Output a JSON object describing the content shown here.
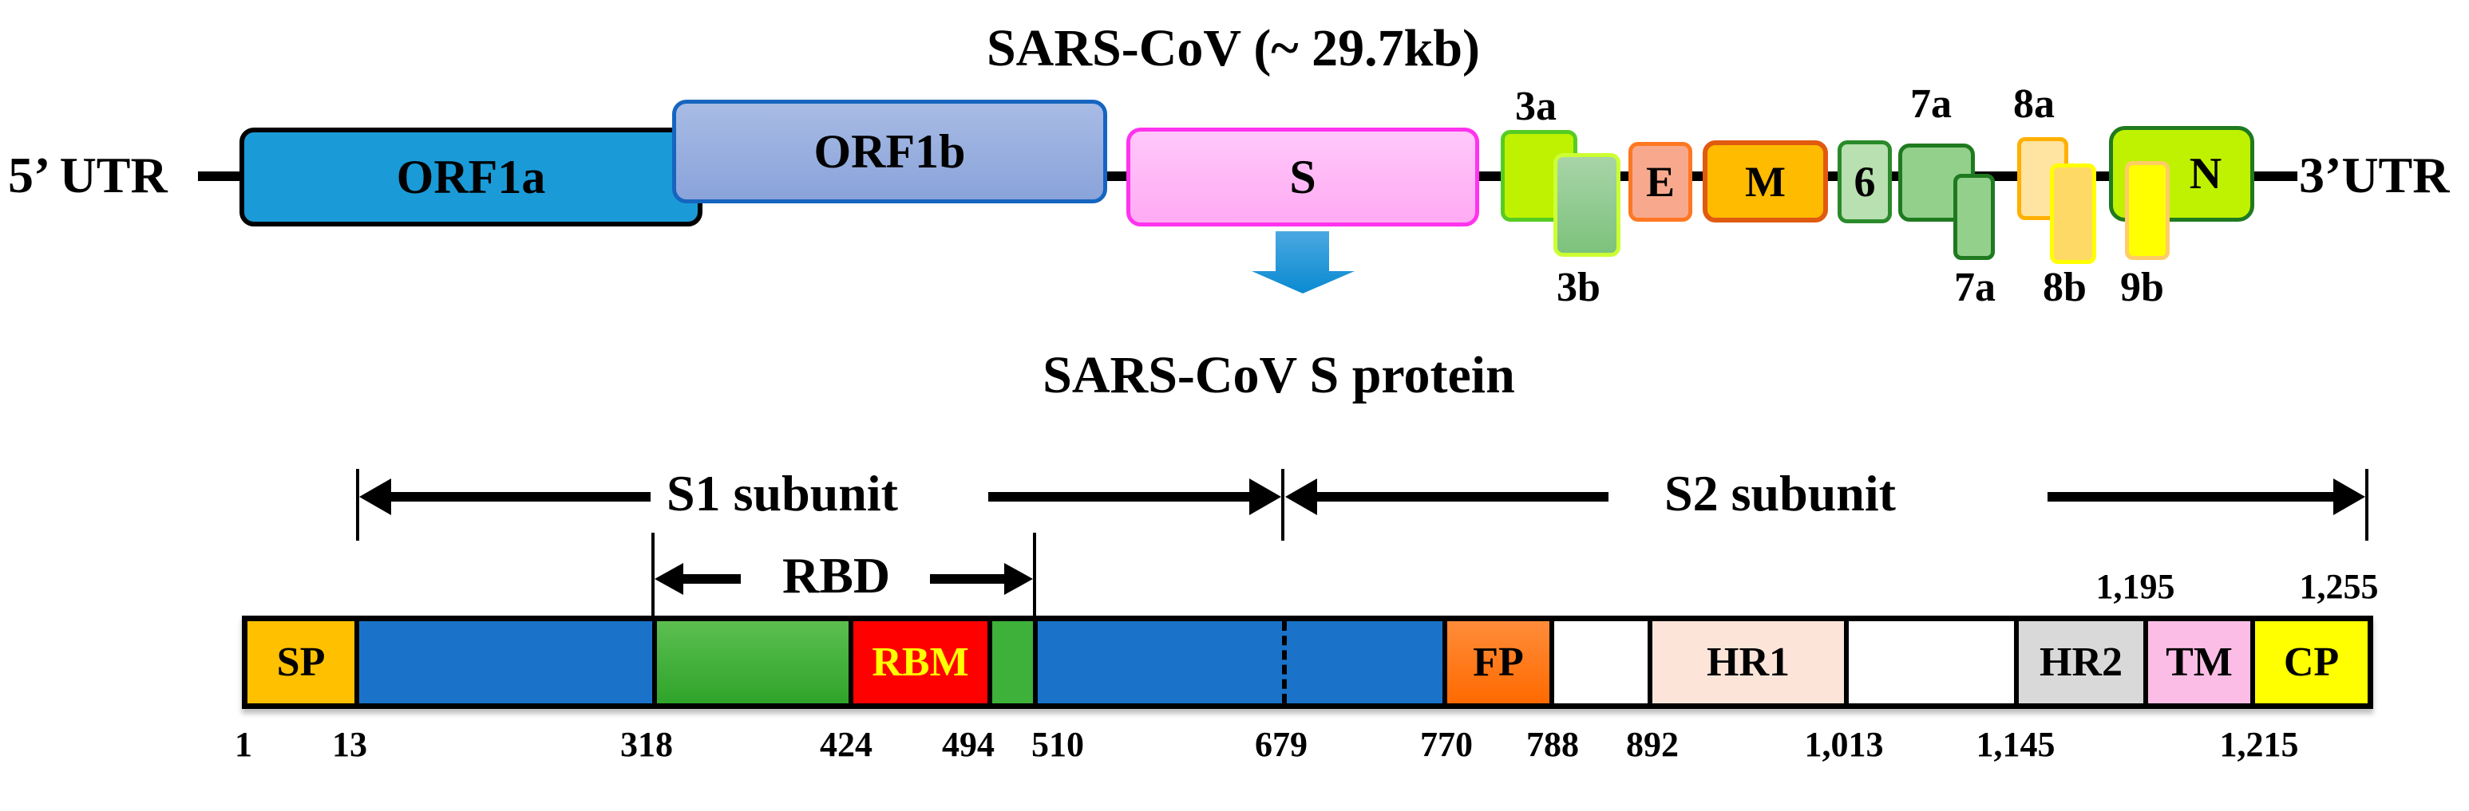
{
  "genome": {
    "title": "SARS-CoV (~ 29.7kb)",
    "utr5": "5’ UTR",
    "utr3": "3’UTR",
    "orfs": [
      {
        "id": "orf1a",
        "label": "ORF1a",
        "fill": "#1a9bd7",
        "border": "#000000"
      },
      {
        "id": "orf1b",
        "label": "ORF1b",
        "fill": "#93abdc",
        "border": "#1565c0"
      },
      {
        "id": "s",
        "label": "S",
        "fill": "#ffbdf7",
        "border": "#ff33ee"
      },
      {
        "id": "3a",
        "label": "3a",
        "fill": "#bff200",
        "border": "#55cc22"
      },
      {
        "id": "3b",
        "label": "3b",
        "fill": "#8fcc90",
        "border": "#ccff33"
      },
      {
        "id": "e",
        "label": "E",
        "fill": "#f8a98d",
        "border": "#ff7722"
      },
      {
        "id": "m",
        "label": "M",
        "fill": "#ffbb00",
        "border": "#e05a10"
      },
      {
        "id": "6",
        "label": "6",
        "fill": "#b8e0b0",
        "border": "#2a8a2a"
      },
      {
        "id": "7a",
        "label": "7a",
        "fill": "#93d08c",
        "border": "#1f7a1f"
      },
      {
        "id": "7a_lower",
        "label": "7a",
        "fill": "#93d08c",
        "border": "#1f7a1f"
      },
      {
        "id": "8a",
        "label": "8a",
        "fill": "#ffe3a0",
        "border": "#ffb000"
      },
      {
        "id": "8b",
        "label": "8b",
        "fill": "#ffd966",
        "border": "#ffff00"
      },
      {
        "id": "n",
        "label": "N",
        "fill": "#bff200",
        "border": "#1f7a1f"
      },
      {
        "id": "9b",
        "label": "9b",
        "fill": "#ffff00",
        "border": "#ffcc66"
      }
    ],
    "arrow_color": "#0a8fd6"
  },
  "protein": {
    "title": "SARS-CoV S protein",
    "s1_label": "S1 subunit",
    "s2_label": "S2 subunit",
    "rbd_label": "RBD",
    "segments": [
      {
        "id": "sp",
        "label": "SP",
        "start": 1,
        "end": 13,
        "fill": "#ffc000",
        "text_color": "#000000"
      },
      {
        "id": "s1a",
        "label": "",
        "start": 13,
        "end": 318,
        "fill": "#1a73c9",
        "text_color": "#000000"
      },
      {
        "id": "rbd1",
        "label": "",
        "start": 318,
        "end": 424,
        "fill": "#3db13a",
        "text_color": "#000000"
      },
      {
        "id": "rbm",
        "label": "RBM",
        "start": 424,
        "end": 494,
        "fill": "#ff0000",
        "text_color": "#ffff00"
      },
      {
        "id": "rbd2",
        "label": "",
        "start": 494,
        "end": 510,
        "fill": "#3db13a",
        "text_color": "#000000"
      },
      {
        "id": "s1b",
        "label": "",
        "start": 510,
        "end": 770,
        "fill": "#1a73c9",
        "text_color": "#000000"
      },
      {
        "id": "fp",
        "label": "FP",
        "start": 770,
        "end": 788,
        "fill": "#ff7a1a",
        "text_color": "#000000"
      },
      {
        "id": "gap1",
        "label": "",
        "start": 788,
        "end": 892,
        "fill": "#ffffff",
        "text_color": "#000000"
      },
      {
        "id": "hr1",
        "label": "HR1",
        "start": 892,
        "end": 1013,
        "fill": "#fde4d8",
        "text_color": "#000000"
      },
      {
        "id": "gap2",
        "label": "",
        "start": 1013,
        "end": 1145,
        "fill": "#ffffff",
        "text_color": "#000000"
      },
      {
        "id": "hr2",
        "label": "HR2",
        "start": 1145,
        "end": 1195,
        "fill": "#d9d9d9",
        "text_color": "#000000"
      },
      {
        "id": "tm",
        "label": "TM",
        "start": 1195,
        "end": 1215,
        "fill": "#fbbde6",
        "text_color": "#000000"
      },
      {
        "id": "cp",
        "label": "CP",
        "start": 1215,
        "end": 1255,
        "fill": "#ffff00",
        "text_color": "#000000"
      }
    ],
    "cleavage_site": 679,
    "positions_below": [
      "1",
      "13",
      "318",
      "424",
      "494",
      "510",
      "679",
      "770",
      "788",
      "892",
      "1,013",
      "1,145",
      "1,215"
    ],
    "positions_above": [
      "1,195",
      "1,255"
    ]
  }
}
